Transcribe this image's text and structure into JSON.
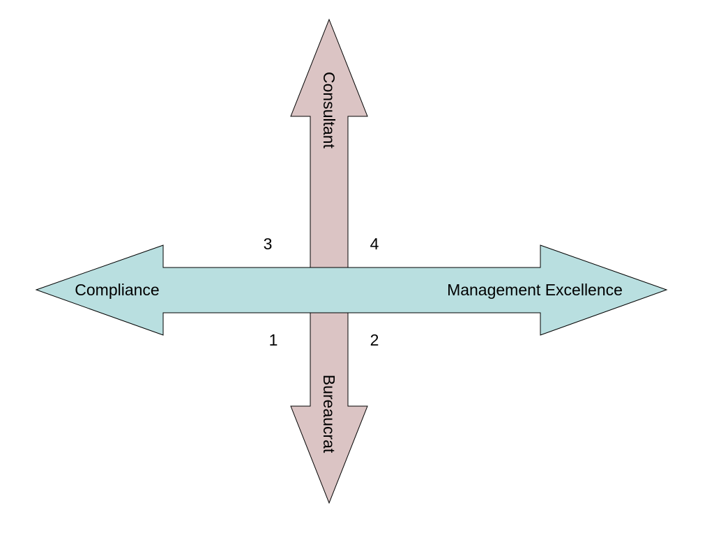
{
  "axes": {
    "horizontal": {
      "left_label": "Compliance",
      "right_label": "Management Excellence",
      "fill": "#b9dfe0"
    },
    "vertical": {
      "top_label": "Consultant",
      "bottom_label": "Bureaucrat",
      "fill": "#dbc4c4"
    }
  },
  "quadrants": {
    "top_left": "3",
    "top_right": "4",
    "bottom_left": "1",
    "bottom_right": "2"
  }
}
